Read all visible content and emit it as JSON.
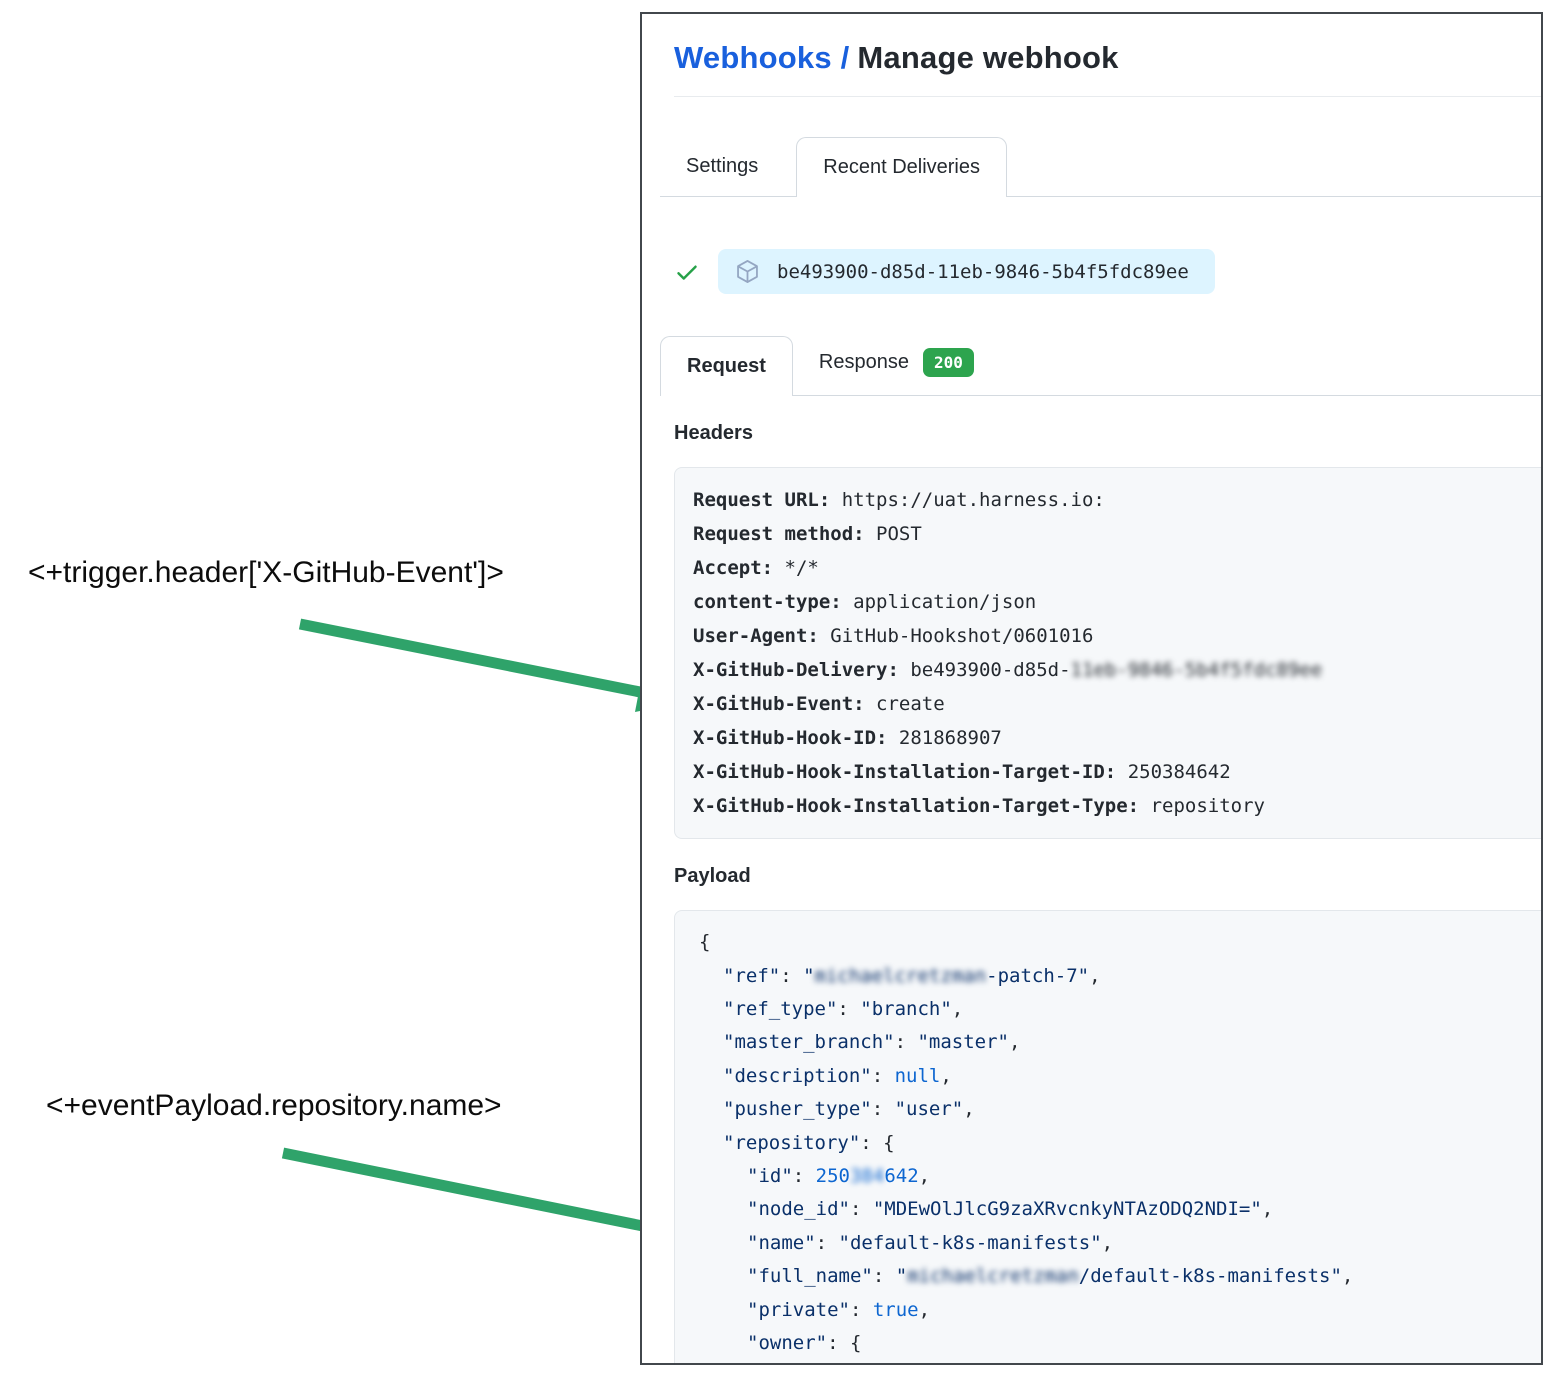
{
  "header": {
    "breadcrumb": "Webhooks /",
    "title": "Manage webhook"
  },
  "tabs": {
    "settings": "Settings",
    "recent_deliveries": "Recent Deliveries"
  },
  "delivery": {
    "status_icon": "check-icon",
    "package_icon": "package-icon",
    "id": "be493900-d85d-11eb-9846-5b4f5fdc89ee"
  },
  "subtabs": {
    "request": "Request",
    "response": "Response",
    "status_code": "200"
  },
  "headers_section": {
    "heading": "Headers",
    "lines": [
      {
        "key": "Request URL:",
        "value": "https://uat.harness.io:"
      },
      {
        "key": "Request method:",
        "value": "POST"
      },
      {
        "key": "Accept:",
        "value": "*/*"
      },
      {
        "key": "content-type:",
        "value": "application/json"
      },
      {
        "key": "User-Agent:",
        "value": "GitHub-Hookshot/0601016"
      },
      {
        "key": "X-GitHub-Delivery:",
        "value": "be493900-d85d-",
        "blurred_value": "11eb-9846-5b4f5fdc89ee"
      },
      {
        "key": "X-GitHub-Event:",
        "value": "create"
      },
      {
        "key": "X-GitHub-Hook-ID:",
        "value": "281868907"
      },
      {
        "key": "X-GitHub-Hook-Installation-Target-ID:",
        "value": "250384642"
      },
      {
        "key": "X-GitHub-Hook-Installation-Target-Type:",
        "value": "repository"
      }
    ]
  },
  "payload_section": {
    "heading": "Payload",
    "lines": [
      {
        "indent": 0,
        "tokens": [
          {
            "c": "p",
            "t": "{"
          }
        ]
      },
      {
        "indent": 1,
        "tokens": [
          {
            "c": "s",
            "t": "\"ref\""
          },
          {
            "c": "p",
            "t": ": "
          },
          {
            "c": "s",
            "t": "\""
          },
          {
            "c": "s",
            "t": "michaelcretzman",
            "blur": true
          },
          {
            "c": "s",
            "t": "-patch-7\""
          },
          {
            "c": "p",
            "t": ","
          }
        ]
      },
      {
        "indent": 1,
        "tokens": [
          {
            "c": "s",
            "t": "\"ref_type\""
          },
          {
            "c": "p",
            "t": ": "
          },
          {
            "c": "s",
            "t": "\"branch\""
          },
          {
            "c": "p",
            "t": ","
          }
        ]
      },
      {
        "indent": 1,
        "tokens": [
          {
            "c": "s",
            "t": "\"master_branch\""
          },
          {
            "c": "p",
            "t": ": "
          },
          {
            "c": "s",
            "t": "\"master\""
          },
          {
            "c": "p",
            "t": ","
          }
        ]
      },
      {
        "indent": 1,
        "tokens": [
          {
            "c": "s",
            "t": "\"description\""
          },
          {
            "c": "p",
            "t": ": "
          },
          {
            "c": "n",
            "t": "null"
          },
          {
            "c": "p",
            "t": ","
          }
        ]
      },
      {
        "indent": 1,
        "tokens": [
          {
            "c": "s",
            "t": "\"pusher_type\""
          },
          {
            "c": "p",
            "t": ": "
          },
          {
            "c": "s",
            "t": "\"user\""
          },
          {
            "c": "p",
            "t": ","
          }
        ]
      },
      {
        "indent": 1,
        "tokens": [
          {
            "c": "s",
            "t": "\"repository\""
          },
          {
            "c": "p",
            "t": ": "
          },
          {
            "c": "p",
            "t": "{"
          }
        ]
      },
      {
        "indent": 2,
        "tokens": [
          {
            "c": "s",
            "t": "\"id\""
          },
          {
            "c": "p",
            "t": ": "
          },
          {
            "c": "n",
            "t": "250"
          },
          {
            "c": "n",
            "t": "384",
            "blur": true
          },
          {
            "c": "n",
            "t": "642"
          },
          {
            "c": "p",
            "t": ","
          }
        ]
      },
      {
        "indent": 2,
        "tokens": [
          {
            "c": "s",
            "t": "\"node_id\""
          },
          {
            "c": "p",
            "t": ": "
          },
          {
            "c": "s",
            "t": "\"MDEwOlJlcG9zaXRvcnkyNTAzODQ2NDI=\""
          },
          {
            "c": "p",
            "t": ","
          }
        ]
      },
      {
        "indent": 2,
        "tokens": [
          {
            "c": "s",
            "t": "\"name\""
          },
          {
            "c": "p",
            "t": ": "
          },
          {
            "c": "s",
            "t": "\"default-k8s-manifests\""
          },
          {
            "c": "p",
            "t": ","
          }
        ]
      },
      {
        "indent": 2,
        "tokens": [
          {
            "c": "s",
            "t": "\"full_name\""
          },
          {
            "c": "p",
            "t": ": "
          },
          {
            "c": "s",
            "t": "\""
          },
          {
            "c": "s",
            "t": "michaelcretzman",
            "blur": true
          },
          {
            "c": "s",
            "t": "/default-k8s-manifests\""
          },
          {
            "c": "p",
            "t": ","
          }
        ]
      },
      {
        "indent": 2,
        "tokens": [
          {
            "c": "s",
            "t": "\"private\""
          },
          {
            "c": "p",
            "t": ": "
          },
          {
            "c": "n",
            "t": "true"
          },
          {
            "c": "p",
            "t": ","
          }
        ]
      },
      {
        "indent": 2,
        "tokens": [
          {
            "c": "s",
            "t": "\"owner\""
          },
          {
            "c": "p",
            "t": ": "
          },
          {
            "c": "p",
            "t": "{"
          }
        ]
      }
    ]
  },
  "annotations": {
    "trigger_header": "<+trigger.header['X-GitHub-Event']>",
    "event_payload": "<+eventPayload.repository.name>"
  },
  "colors": {
    "link_blue": "#1960dd",
    "badge_green": "#2da44e",
    "check_green": "#26a148",
    "arrow_green": "#2fa36a",
    "pill_bg": "#ddf4ff",
    "code_bg": "#f6f8fa",
    "json_key": "#0a3069",
    "json_const": "#0d66d0"
  }
}
